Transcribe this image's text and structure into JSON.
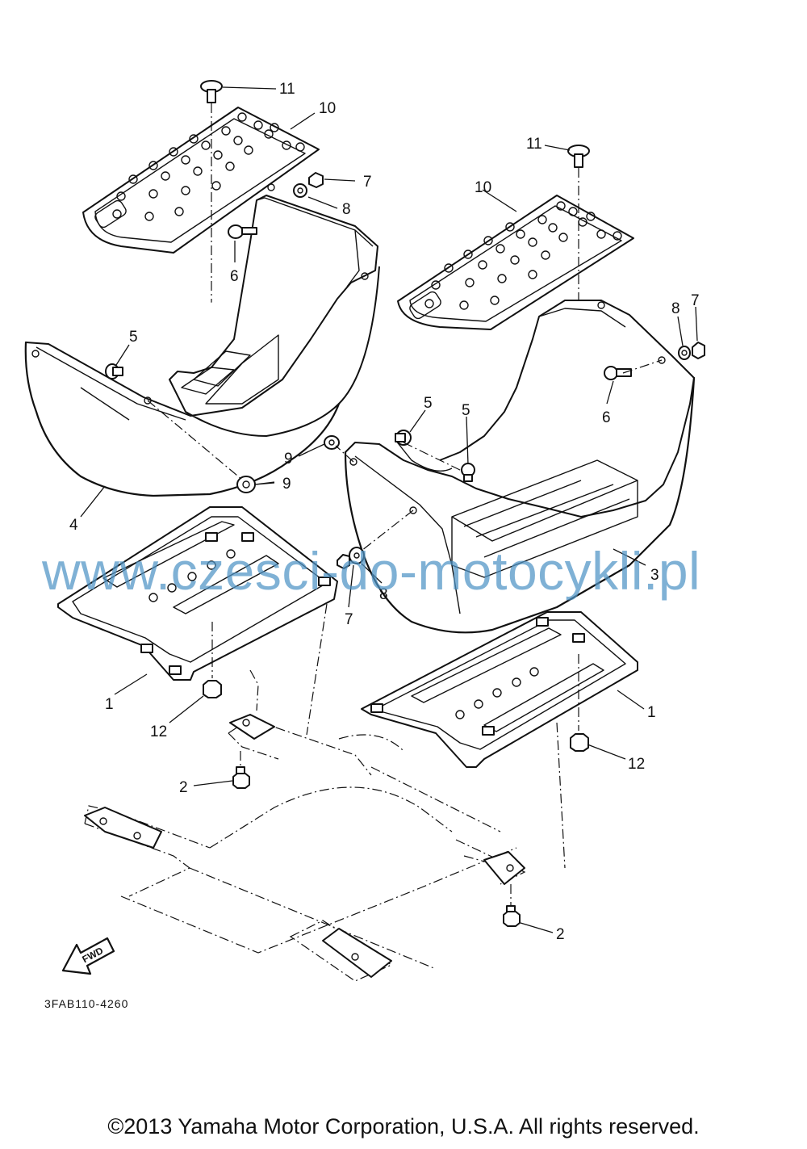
{
  "callouts": {
    "c1a": "1",
    "c1b": "1",
    "c2a": "2",
    "c2b": "2",
    "c3": "3",
    "c4": "4",
    "c5a": "5",
    "c5b": "5",
    "c5c": "5",
    "c6a": "6",
    "c6b": "6",
    "c7a": "7",
    "c7b": "7",
    "c7c": "7",
    "c8a": "8",
    "c8b": "8",
    "c8c": "8",
    "c9a": "9",
    "c9b": "9",
    "c10a": "10",
    "c10b": "10",
    "c11a": "11",
    "c11b": "11",
    "c12a": "12",
    "c12b": "12"
  },
  "fwd_label": "FWD",
  "diagram_code": "3FAB110-4260",
  "watermark": "www.czesci-do-motocykli.pl",
  "copyright": "©2013 Yamaha Motor Corporation, U.S.A. All rights reserved."
}
